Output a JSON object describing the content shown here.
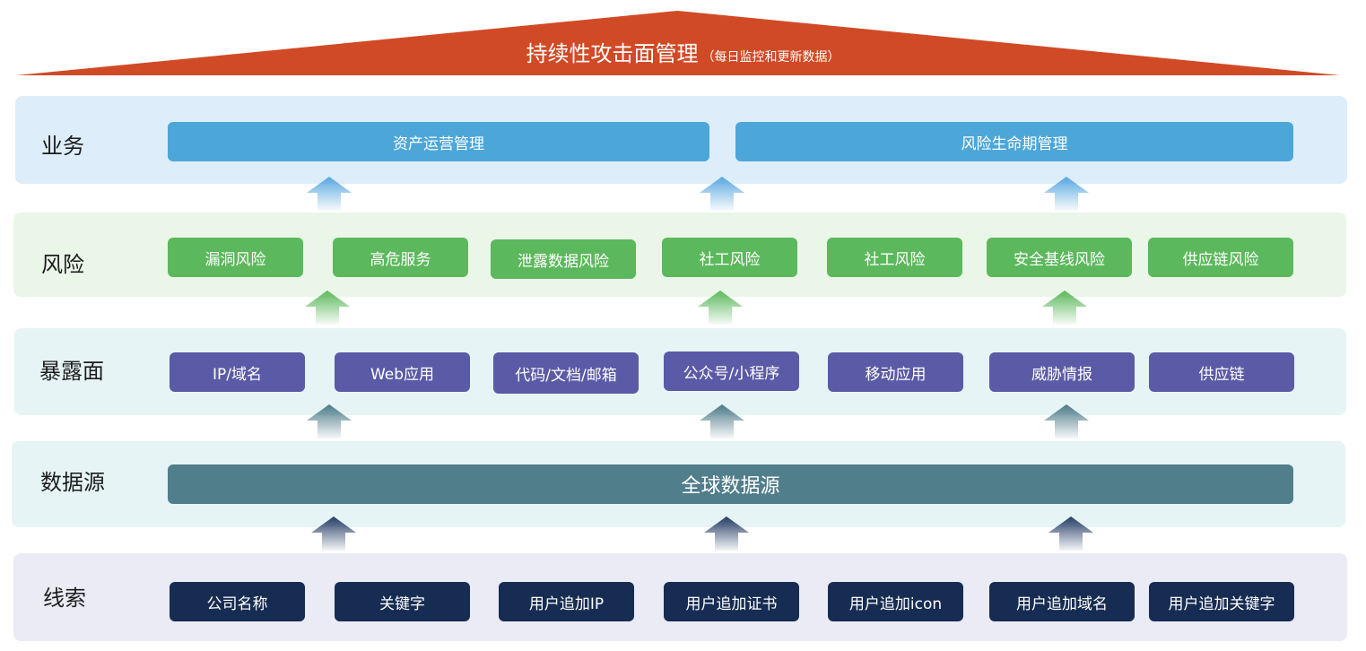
{
  "title": {
    "main": "持续性攻击面管理",
    "sub": "（每日监控和更新数据）"
  },
  "layers": {
    "business": {
      "label": "业务",
      "items": [
        "资产运营管理",
        "风险生命期管理"
      ]
    },
    "risk": {
      "label": "风险",
      "items": [
        "漏洞风险",
        "高危服务",
        "泄露数据风险",
        "社工风险",
        "社工风险",
        "安全基线风险",
        "供应链风险"
      ]
    },
    "exposure": {
      "label": "暴露面",
      "items": [
        "IP/域名",
        "Web应用",
        "代码/文档/邮箱",
        "公众号/小程序",
        "移动应用",
        "威胁情报",
        "供应链"
      ]
    },
    "datasource": {
      "label": "数据源",
      "items": [
        "全球数据源"
      ]
    },
    "clues": {
      "label": "线索",
      "items": [
        "公司名称",
        "关键字",
        "用户追加IP",
        "用户追加证书",
        "用户追加icon",
        "用户追加域名",
        "用户追加关键字"
      ]
    }
  },
  "colors": {
    "roof": "#d14a26",
    "business_band": "#ddeefa",
    "business_box": "#4da6d8",
    "risk_band": "#eaf6e8",
    "risk_box": "#5cb85c",
    "exposure_band": "#e6f4f5",
    "exposure_box": "#5b5aa6",
    "datasource_band": "#e6f4f5",
    "datasource_box": "#507e8b",
    "clues_band": "#ebebf6",
    "clues_box": "#172c52"
  }
}
